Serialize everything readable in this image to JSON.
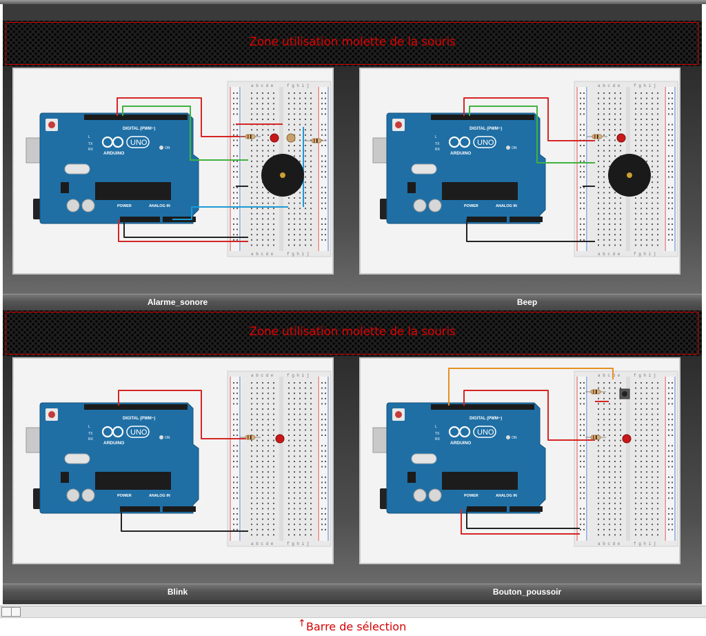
{
  "scroll_zone_label": "Zone utilisation molette de la souris",
  "projects": [
    {
      "name": "Alarme_sonore",
      "variant": "alarm"
    },
    {
      "name": "Beep",
      "variant": "beep"
    },
    {
      "name": "Blink",
      "variant": "blink"
    },
    {
      "name": "Bouton_poussoir",
      "variant": "button"
    }
  ],
  "arduino": {
    "brand": "ARDUINO",
    "model": "UNO",
    "digital": "DIGITAL (PWM~)",
    "power": "POWER",
    "analog": "ANALOG IN",
    "on": "ON",
    "tx": "TX",
    "rx": "RX",
    "l": "L"
  },
  "breadboard": {
    "cols_left": "a b c d e",
    "cols_right": "f g h i j"
  },
  "selection_bar_label": "Barre de sélection",
  "selection_arrow": "↑",
  "colors": {
    "accent": "#d40000",
    "board": "#1f6fa5",
    "wire_red": "#d62424",
    "wire_green": "#3fb23f",
    "wire_blue": "#1b9ad6",
    "wire_orange": "#e6901f",
    "wire_black": "#222222"
  }
}
